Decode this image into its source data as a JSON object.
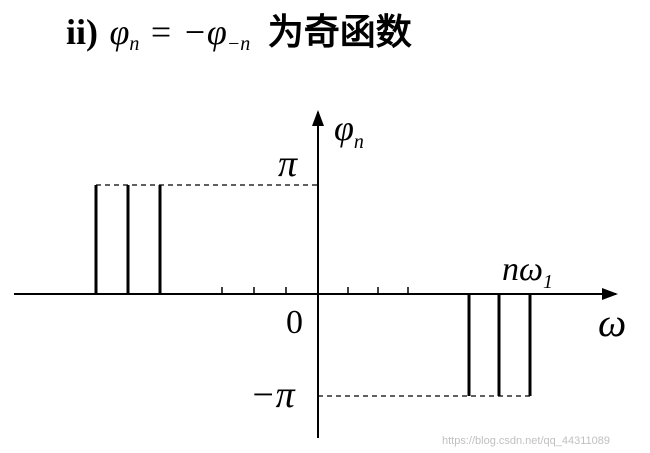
{
  "heading": {
    "prefix": "ii)",
    "lhs_symbol": "φ",
    "lhs_sub": "n",
    "equals": "=",
    "rhs_symbol": "−φ",
    "rhs_sub": "−n",
    "text": "为奇函数"
  },
  "axes": {
    "y_symbol": "φ",
    "y_sub": "n",
    "x_label": "ω",
    "origin_label": "0",
    "pos_level_label": "π",
    "neg_level_label": "−π",
    "harmonic_label": "nω",
    "harmonic_sub": "1"
  },
  "watermark": "https://blog.csdn.net/qq_44311089"
}
